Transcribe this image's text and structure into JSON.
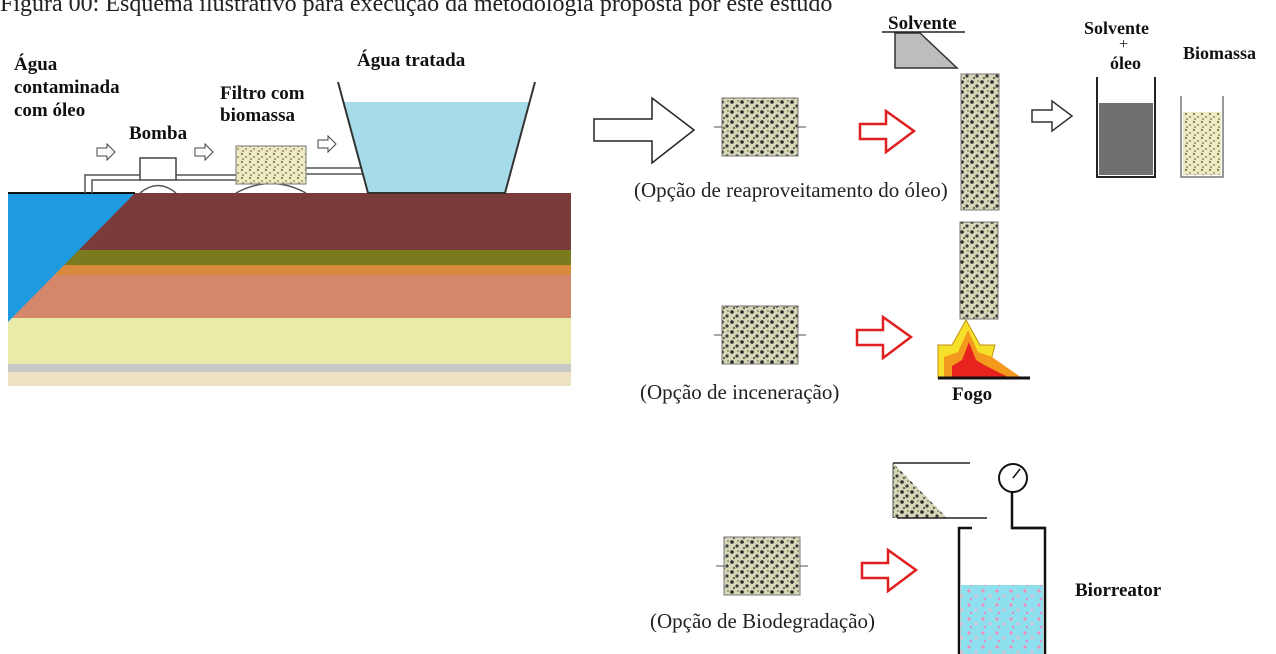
{
  "figure": {
    "caption": "Figura 00: Esquema ilustrativo para execução da metodologia proposta por este estudo"
  },
  "left_scene": {
    "contaminated_water_line1": "Água",
    "contaminated_water_line2": "contaminada",
    "contaminated_water_line3": "com óleo",
    "pump": "Bomba",
    "filter_line1": "Filtro com",
    "filter_line2": "biomassa",
    "treated_water": "Água tratada"
  },
  "option_reuse": {
    "solvent": "Solvente",
    "solvent_oil_line1": "Solvente",
    "solvent_oil_plus": "+",
    "solvent_oil_line2": "óleo",
    "biomass": "Biomassa",
    "caption": "(Opção de reaproveitamento do óleo)"
  },
  "option_incineration": {
    "fire": "Fogo",
    "caption": "(Opção de inceneração)"
  },
  "option_biodegradation": {
    "bioreactor": "Biorreator",
    "caption": "(Opção de Biodegradação)"
  },
  "colors": {
    "water_blue": "#1E9BE0",
    "treated_water": "#A6DCEA",
    "soil_maroon": "#7A3B3B",
    "soil_olive": "#7A7A1E",
    "soil_orange": "#D98A3C",
    "soil_clay": "#D4876A",
    "soil_pale_yellow": "#E8ECA8",
    "soil_grey": "#C8C8C8",
    "soil_cream": "#EDE2C2",
    "red_arrow": "#E02020",
    "fire_yellow": "#F5E02A",
    "fire_orange": "#F39A1E",
    "fire_red": "#E8221E",
    "liquid_grey": "#707070",
    "bioreactor_liquid": "#8FE0EE"
  }
}
